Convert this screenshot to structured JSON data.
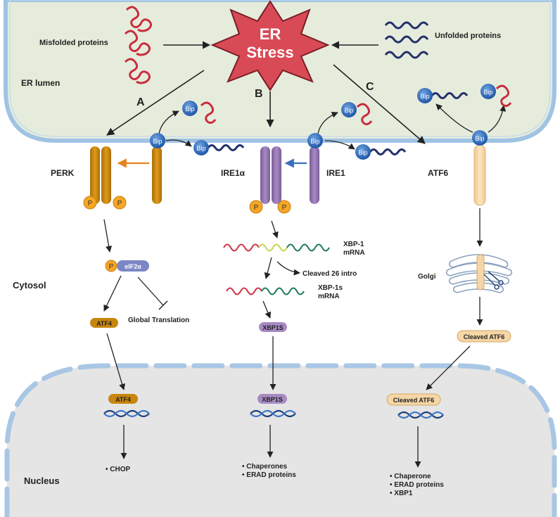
{
  "er_stress": {
    "line1": "ER",
    "line2": "Stress"
  },
  "regions": {
    "er_lumen": "ER lumen",
    "cytosol": "Cytosol",
    "nucleus": "Nucleus"
  },
  "inputs": {
    "misfolded": "Misfolded  proteins",
    "unfolded": "Unfolded  proteins"
  },
  "branches": {
    "a": "A",
    "b": "B",
    "c": "C"
  },
  "bip": "Bip",
  "phospho": "P",
  "receptors": {
    "perk": "PERK",
    "ire1a": "IRE1α",
    "ire1": "IRE1",
    "atf6": "ATF6"
  },
  "perk_path": {
    "eif2a": "eIF2α",
    "atf4": "ATF4",
    "global_translation": "Global Translation",
    "atf4_nuclear": "ATF4",
    "target": "• CHOP"
  },
  "ire1_path": {
    "xbp1_mrna_line1": "XBP-1",
    "xbp1_mrna_line2": "mRNA",
    "cleaved_intro": "Cleaved 26 intro",
    "xbp1s_mrna_line1": "XBP-1s",
    "xbp1s_mrna_line2": "mRNA",
    "xbp1s": "XBP1S",
    "xbp1s_nuclear": "XBP1S",
    "target1": "• Chaperones",
    "target2": "• ERAD proteins"
  },
  "atf6_path": {
    "golgi": "Golgi",
    "cleaved": "Cleaved ATF6",
    "cleaved_nuclear": "Cleaved ATF6",
    "target1": "• Chaperone",
    "target2": "• ERAD proteins",
    "target3": "• XBP1"
  },
  "colors": {
    "er_fill": "#e6ecdb",
    "membrane": "#9fc3e3",
    "nucleus_fill": "#e5e5e5",
    "star": "#d84a55",
    "perk": "#c8860e",
    "ire1": "#9577b0",
    "atf6": "#f5d6a6",
    "bip": "#2f6fc0",
    "misfolded": "#c92d3e",
    "unfolded": "#23306b",
    "phospho": "#f5a623"
  }
}
